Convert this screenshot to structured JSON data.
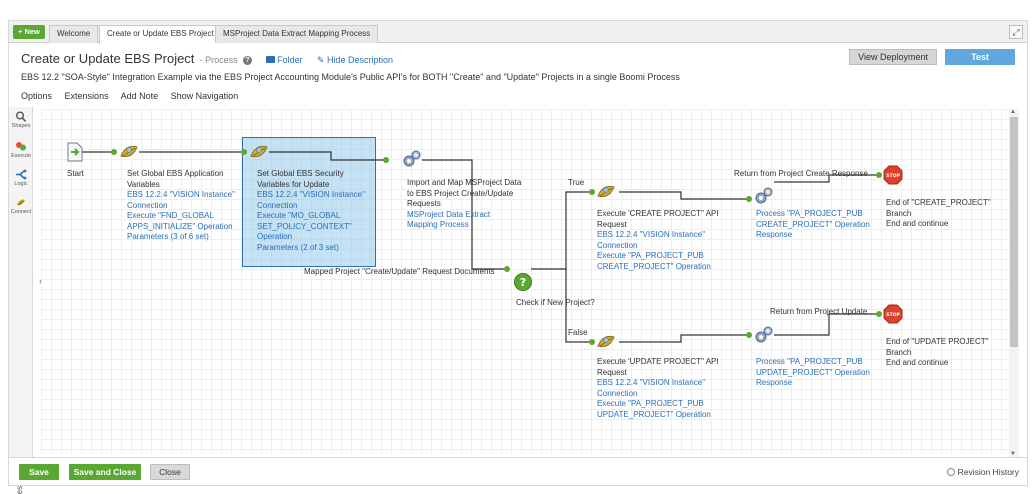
{
  "tabs": {
    "new_label": "+ New",
    "items": [
      {
        "label": "Welcome"
      },
      {
        "label": "Create or Update EBS Project"
      },
      {
        "label": "MSProject Data Extract Mapping Process"
      }
    ]
  },
  "header": {
    "title": "Create or Update EBS Project",
    "type_label": "- Process",
    "help_glyph": "?",
    "folder_label": "Folder",
    "hide_description_label": "Hide Description",
    "description": "EBS 12.2 \"SOA-Style\" Integration Example via the EBS Project Accounting Module's Public API's for BOTH \"Create\" and \"Update\" Projects in a single Boomi Process",
    "view_deployment_label": "View Deployment",
    "test_label": "Test"
  },
  "menu": [
    "Options",
    "Extensions",
    "Add Note",
    "Show Navigation"
  ],
  "palette": {
    "items": [
      {
        "label": "Shapes",
        "icon": "search-icon"
      },
      {
        "label": "Execute",
        "icon": "execute-icon"
      },
      {
        "label": "Logic",
        "icon": "logic-icon"
      },
      {
        "label": "Connect",
        "icon": "connect-icon"
      }
    ],
    "vertical_label": "Shapes",
    "collapse_glyph": "›"
  },
  "flow": {
    "start": {
      "lines": [
        "Start"
      ]
    },
    "set_global_app": {
      "text": [
        "Set Global EBS Application",
        "Variables"
      ],
      "links": [
        "EBS 12.2.4 \"VISION Instance\"",
        "Connection",
        "Execute \"FND_GLOBAL",
        "APPS_INITIALIZE\" Operation",
        "Parameters (3 of 6 set)"
      ]
    },
    "set_global_security": {
      "text": [
        "Set Global EBS Security",
        "Variables for Update"
      ],
      "links": [
        "EBS 12.2.4 \"VISION Instance\"",
        "Connection",
        "Execute \"MO_GLOBAL",
        "SET_POLICY_CONTEXT\"",
        "Operation",
        "Parameters (2 of 3 set)"
      ]
    },
    "import_map": {
      "text": [
        "Import and Map MSProject Data",
        "to EBS Project Create/Update",
        "Requests"
      ],
      "links": [
        "MSProject Data Extract",
        "Mapping Process"
      ]
    },
    "mapped_docs_label": "Mapped Project \"Create/Update\" Request Documents",
    "decision": {
      "label": "Check if New Project?",
      "true_label": "True",
      "false_label": "False"
    },
    "execute_create": {
      "text": [
        "Execute 'CREATE PROJECT\" API",
        "Request"
      ],
      "links": [
        "EBS 12.2.4 \"VISION Instance\"",
        "Connection",
        "Execute \"PA_PROJECT_PUB",
        "CREATE_PROJECT\" Operation"
      ]
    },
    "return_create_label": "Return from Project Create Response",
    "process_create": {
      "links": [
        "Process \"PA_PROJECT_PUB",
        "CREATE_PROJECT\" Operation",
        "Response"
      ]
    },
    "stop_create": {
      "text": [
        "End of \"CREATE_PROJECT\"",
        "Branch",
        "End and continue"
      ]
    },
    "execute_update": {
      "text": [
        "Execute 'UPDATE PROJECT\" API",
        "Request"
      ],
      "links": [
        "EBS 12.2.4 \"VISION Instance\"",
        "Connection",
        "Execute \"PA_PROJECT_PUB",
        "UPDATE_PROJECT\" Operation"
      ]
    },
    "return_update_label": "Return from Project Update",
    "process_update": {
      "links": [
        "Process \"PA_PROJECT_PUB",
        "UPDATE_PROJECT\" Operation",
        "Response"
      ]
    },
    "stop_update": {
      "text": [
        "End of \"UPDATE PROJECT\"",
        "Branch",
        "End and continue"
      ]
    },
    "stop_glyph": "STOP"
  },
  "footer": {
    "save_label": "Save",
    "save_close_label": "Save and Close",
    "close_label": "Close",
    "revision_label": "Revision History"
  },
  "colors": {
    "accent_green": "#5aa832",
    "link_blue": "#2b6fb6",
    "test_blue": "#5fa7dc",
    "stop_red": "#e0402a",
    "selection": "#96c8eb"
  }
}
